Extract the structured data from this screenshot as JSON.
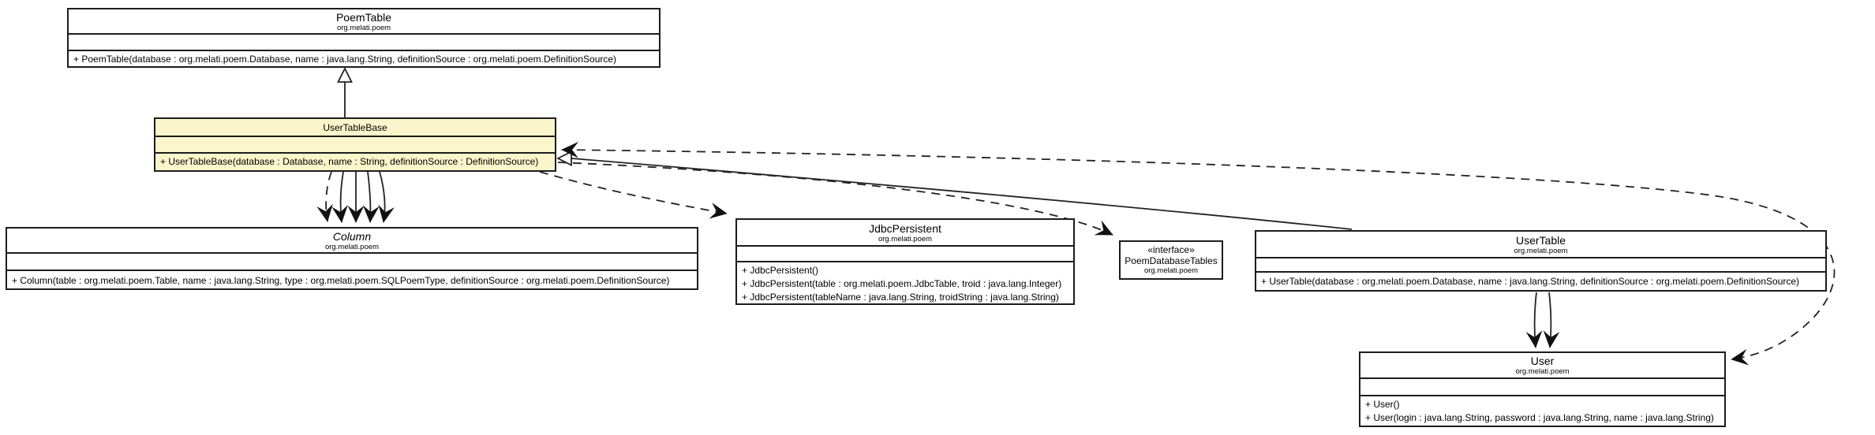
{
  "diagram_type": "uml-class-diagram",
  "colors": {
    "background": "#ffffff",
    "box_fill": "#ffffff",
    "highlight_fill": "#fbf5cb",
    "line": "#1c1c1c"
  },
  "classes": {
    "poem_table": {
      "title": "PoemTable",
      "package": "org.melati.poem",
      "methods": [
        "+ PoemTable(database : org.melati.poem.Database, name : java.lang.String, definitionSource : org.melati.poem.DefinitionSource)"
      ]
    },
    "user_table_base": {
      "title": "UserTableBase",
      "methods": [
        "+ UserTableBase(database : Database, name : String, definitionSource : DefinitionSource)"
      ]
    },
    "column": {
      "title": "Column",
      "package": "org.melati.poem",
      "abstract": true,
      "methods": [
        "+ Column(table : org.melati.poem.Table, name : java.lang.String, type : org.melati.poem.SQLPoemType, definitionSource : org.melati.poem.DefinitionSource)"
      ]
    },
    "jdbc_persistent": {
      "title": "JdbcPersistent",
      "package": "org.melati.poem",
      "methods": [
        "+ JdbcPersistent()",
        "+ JdbcPersistent(table : org.melati.poem.JdbcTable, troid : java.lang.Integer)",
        "+ JdbcPersistent(tableName : java.lang.String, troidString : java.lang.String)"
      ]
    },
    "poem_database_tables": {
      "stereotype": "«interface»",
      "title": "PoemDatabaseTables",
      "package": "org.melati.poem"
    },
    "user_table": {
      "title": "UserTable",
      "package": "org.melati.poem",
      "methods": [
        "+ UserTable(database : org.melati.poem.Database, name : java.lang.String, definitionSource : org.melati.poem.DefinitionSource)"
      ]
    },
    "user": {
      "title": "User",
      "package": "org.melati.poem",
      "methods": [
        "+ User()",
        "+ User(login : java.lang.String, password : java.lang.String, name : java.lang.String)"
      ]
    }
  },
  "relations": [
    {
      "type": "generalization",
      "from": "UserTableBase",
      "to": "PoemTable",
      "style": "solid-hollow-triangle"
    },
    {
      "type": "generalization",
      "from": "UserTable",
      "to": "UserTableBase",
      "style": "solid-hollow-triangle"
    },
    {
      "type": "dependency",
      "from": "UserTableBase",
      "to": "Column",
      "style": "dashed-open-arrow",
      "count": 1
    },
    {
      "type": "association",
      "from": "UserTableBase",
      "to": "Column",
      "style": "solid-open-arrow",
      "count": 4
    },
    {
      "type": "dependency",
      "from": "UserTableBase",
      "to": "JdbcPersistent",
      "style": "dashed-open-arrow"
    },
    {
      "type": "dependency",
      "from": "UserTableBase",
      "to": "PoemDatabaseTables",
      "style": "dashed-open-arrow"
    },
    {
      "type": "dependency",
      "from": "UserTableBase",
      "to": "User",
      "style": "dashed-open-arrow-both-ends"
    },
    {
      "type": "association",
      "from": "UserTable",
      "to": "User",
      "style": "solid-open-arrow",
      "count": 2
    }
  ]
}
